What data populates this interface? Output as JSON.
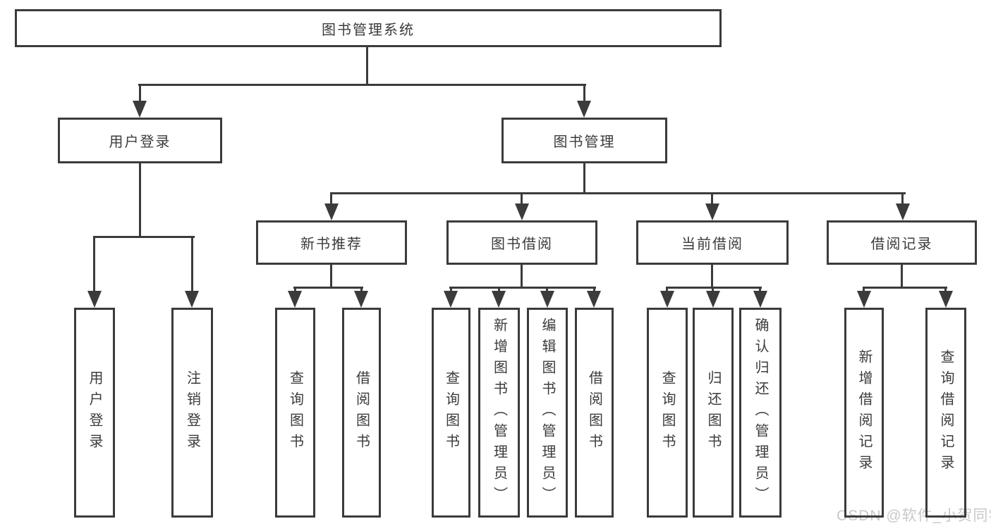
{
  "diagram": {
    "root": {
      "label": "图书管理系统"
    },
    "branches": [
      {
        "label": "用户登录",
        "children": [
          {
            "label": "用户登录"
          },
          {
            "label": "注销登录"
          }
        ]
      },
      {
        "label": "图书管理",
        "sections": [
          {
            "label": "新书推荐",
            "children": [
              {
                "label": "查询图书"
              },
              {
                "label": "借阅图书"
              }
            ]
          },
          {
            "label": "图书借阅",
            "children": [
              {
                "label": "查询图书"
              },
              {
                "label": "新增图书（管理员）"
              },
              {
                "label": "编辑图书（管理员）"
              },
              {
                "label": "借阅图书"
              }
            ]
          },
          {
            "label": "当前借阅",
            "children": [
              {
                "label": "查询图书"
              },
              {
                "label": "归还图书"
              },
              {
                "label": "确认归还（管理员）"
              }
            ]
          },
          {
            "label": "借阅记录",
            "children": [
              {
                "label": "新增借阅记录"
              },
              {
                "label": "查询借阅记录"
              }
            ]
          }
        ]
      }
    ]
  },
  "watermark": {
    "text": "CSDN @软件_小贺同学"
  },
  "colors": {
    "line": "#3b3b3b",
    "node_fill": "#ffffff",
    "watermark_text": "#c8c8c8",
    "background": "#ffffff"
  }
}
